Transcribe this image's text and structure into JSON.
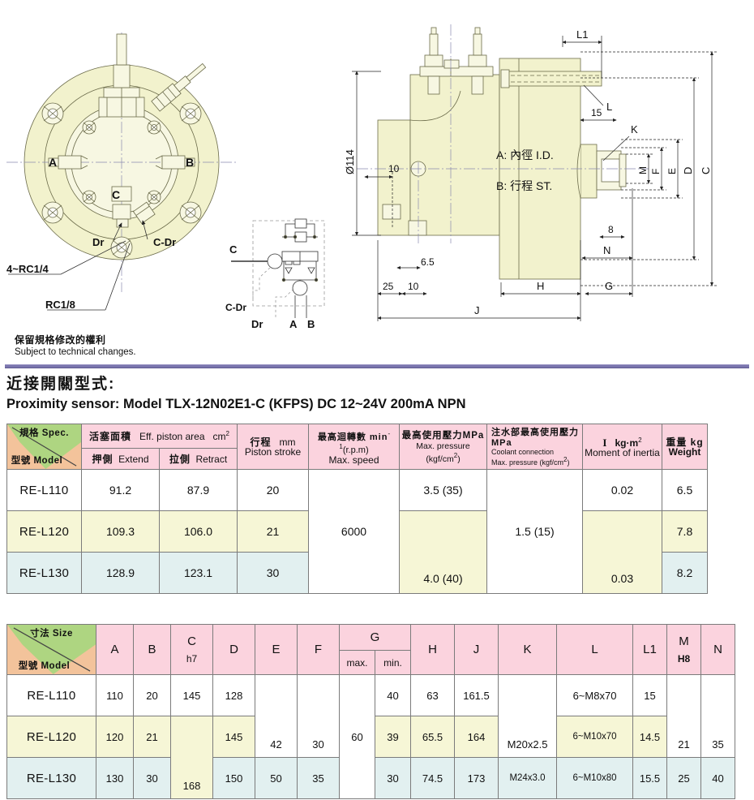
{
  "drawing": {
    "front_view_labels": {
      "a": "A",
      "b": "B",
      "c": "C",
      "dr": "Dr",
      "c_dr": "C-Dr",
      "ports_note": "4~RC1/4",
      "drain_note": "RC1/8"
    },
    "schematic_labels": {
      "c": "C",
      "c_dr": "C-Dr",
      "dr": "Dr",
      "a": "A",
      "b": "B"
    },
    "side_view_labels": {
      "dia": "Ø114",
      "dim_10": "10",
      "dim_6_5": "6.5",
      "dim_25": "25",
      "dim_10b": "10",
      "dim_j": "J",
      "dim_h": "H",
      "dim_g": "G",
      "dim_n": "N",
      "dim_8": "8",
      "dim_15": "15",
      "dim_l1": "L1",
      "label_l": "L",
      "label_k": "K",
      "dim_m": "M",
      "dim_f": "F",
      "dim_e": "E",
      "dim_d": "D",
      "dim_c": "C",
      "note_a": "A: 內徑 I.D.",
      "note_b": "B: 行程 ST."
    }
  },
  "footer_note": {
    "cn": "保留規格修改的權利",
    "en": "Subject to technical changes."
  },
  "sensor": {
    "title_cn": "近接開關型式:",
    "title_en": "Proximity sensor: Model TLX-12N02E1-C (KFPS) DC 12~24V 200mA NPN"
  },
  "table1": {
    "corner": {
      "spec": "規格  Spec.",
      "model": "型號  Model"
    },
    "headers": {
      "piston_area_cn": "活塞面積",
      "piston_area_en": "Eff. piston area",
      "piston_area_unit": "cm",
      "piston_area_unit_sup": "2",
      "extend_cn": "押側",
      "extend_en": "Extend",
      "retract_cn": "拉側",
      "retract_en": "Retract",
      "stroke_cn": "行程",
      "stroke_unit": "mm",
      "stroke_en": "Piston stroke",
      "speed_cn": "最高迴轉數 min",
      "speed_cn_sup": "-1",
      "speed_cn_tail": "(r.p.m)",
      "speed_en": "Max. speed",
      "pressure_cn": "最高使用壓力MPa",
      "pressure_en": "Max. pressure (kgf/cm",
      "pressure_en_sup": "2",
      "pressure_en_tail": ")",
      "coolant_cn": "注水部最高使用壓力 MPa",
      "coolant_en1": "Coolant connection",
      "coolant_en2": "Max. pressure (kgf/cm",
      "coolant_en2_sup": "2",
      "coolant_en2_tail": ")",
      "inertia_sym": "I",
      "inertia_unit": "kg·m",
      "inertia_unit_sup": "2",
      "inertia_en": "Moment of inertia",
      "weight_cn": "重量  kg",
      "weight_en": "Weight"
    },
    "rows": [
      {
        "model": "RE-L110",
        "extend": "91.2",
        "retract": "87.9",
        "stroke": "20"
      },
      {
        "model": "RE-L120",
        "extend": "109.3",
        "retract": "106.0",
        "stroke": "21"
      },
      {
        "model": "RE-L130",
        "extend": "128.9",
        "retract": "123.1",
        "stroke": "30"
      }
    ],
    "speed_all": "6000",
    "pressure_r1": "3.5 (35)",
    "pressure_r23": "4.0 (40)",
    "coolant_all": "1.5 (15)",
    "inertia_r1": "0.02",
    "inertia_r23": "0.03",
    "weights": [
      "6.5",
      "7.8",
      "8.2"
    ]
  },
  "table2": {
    "corner": {
      "size": "寸法 Size",
      "model": "型號 Model"
    },
    "headers": {
      "a": "A",
      "b": "B",
      "c": "C",
      "c_sub": "h7",
      "d": "D",
      "e": "E",
      "f": "F",
      "g": "G",
      "g_max": "max.",
      "g_min": "min.",
      "h": "H",
      "j": "J",
      "k": "K",
      "l": "L",
      "l1": "L1",
      "m": "M",
      "m_sub": "H8",
      "n": "N"
    },
    "rows": [
      {
        "model": "RE-L110",
        "a": "110",
        "b": "20",
        "d": "128",
        "g_min": "40",
        "h": "63",
        "j": "161.5",
        "l": "6~M8x70",
        "l1": "15"
      },
      {
        "model": "RE-L120",
        "a": "120",
        "b": "21",
        "d": "145",
        "g_min": "39",
        "h": "65.5",
        "j": "164",
        "l": "6~M10x70",
        "l1": "14.5"
      },
      {
        "model": "RE-L130",
        "a": "130",
        "b": "30",
        "d": "150",
        "g_min": "30",
        "h": "74.5",
        "j": "173",
        "l": "6~M10x80",
        "l1": "15.5"
      }
    ],
    "c_r1": "145",
    "c_r23": "168",
    "e_r12": "42",
    "e_r3": "50",
    "f_r12": "30",
    "f_r3": "35",
    "g_max_all": "60",
    "k_r12": "M20x2.5",
    "k_r3": "M24x3.0",
    "m_r12": "21",
    "m_r3": "25",
    "n_r12": "35",
    "n_r3": "40"
  },
  "colors": {
    "header_pink": "#fbd3de",
    "corner_green": "#aed581",
    "corner_orange": "#f3c39b",
    "row_white": "#ffffff",
    "row_yellow": "#f6f6d6",
    "row_cyan": "#e2f0f0",
    "rule_purple": "#7b76ae",
    "body_fill": "#f2f2cd",
    "line": "#6b6b4a"
  }
}
